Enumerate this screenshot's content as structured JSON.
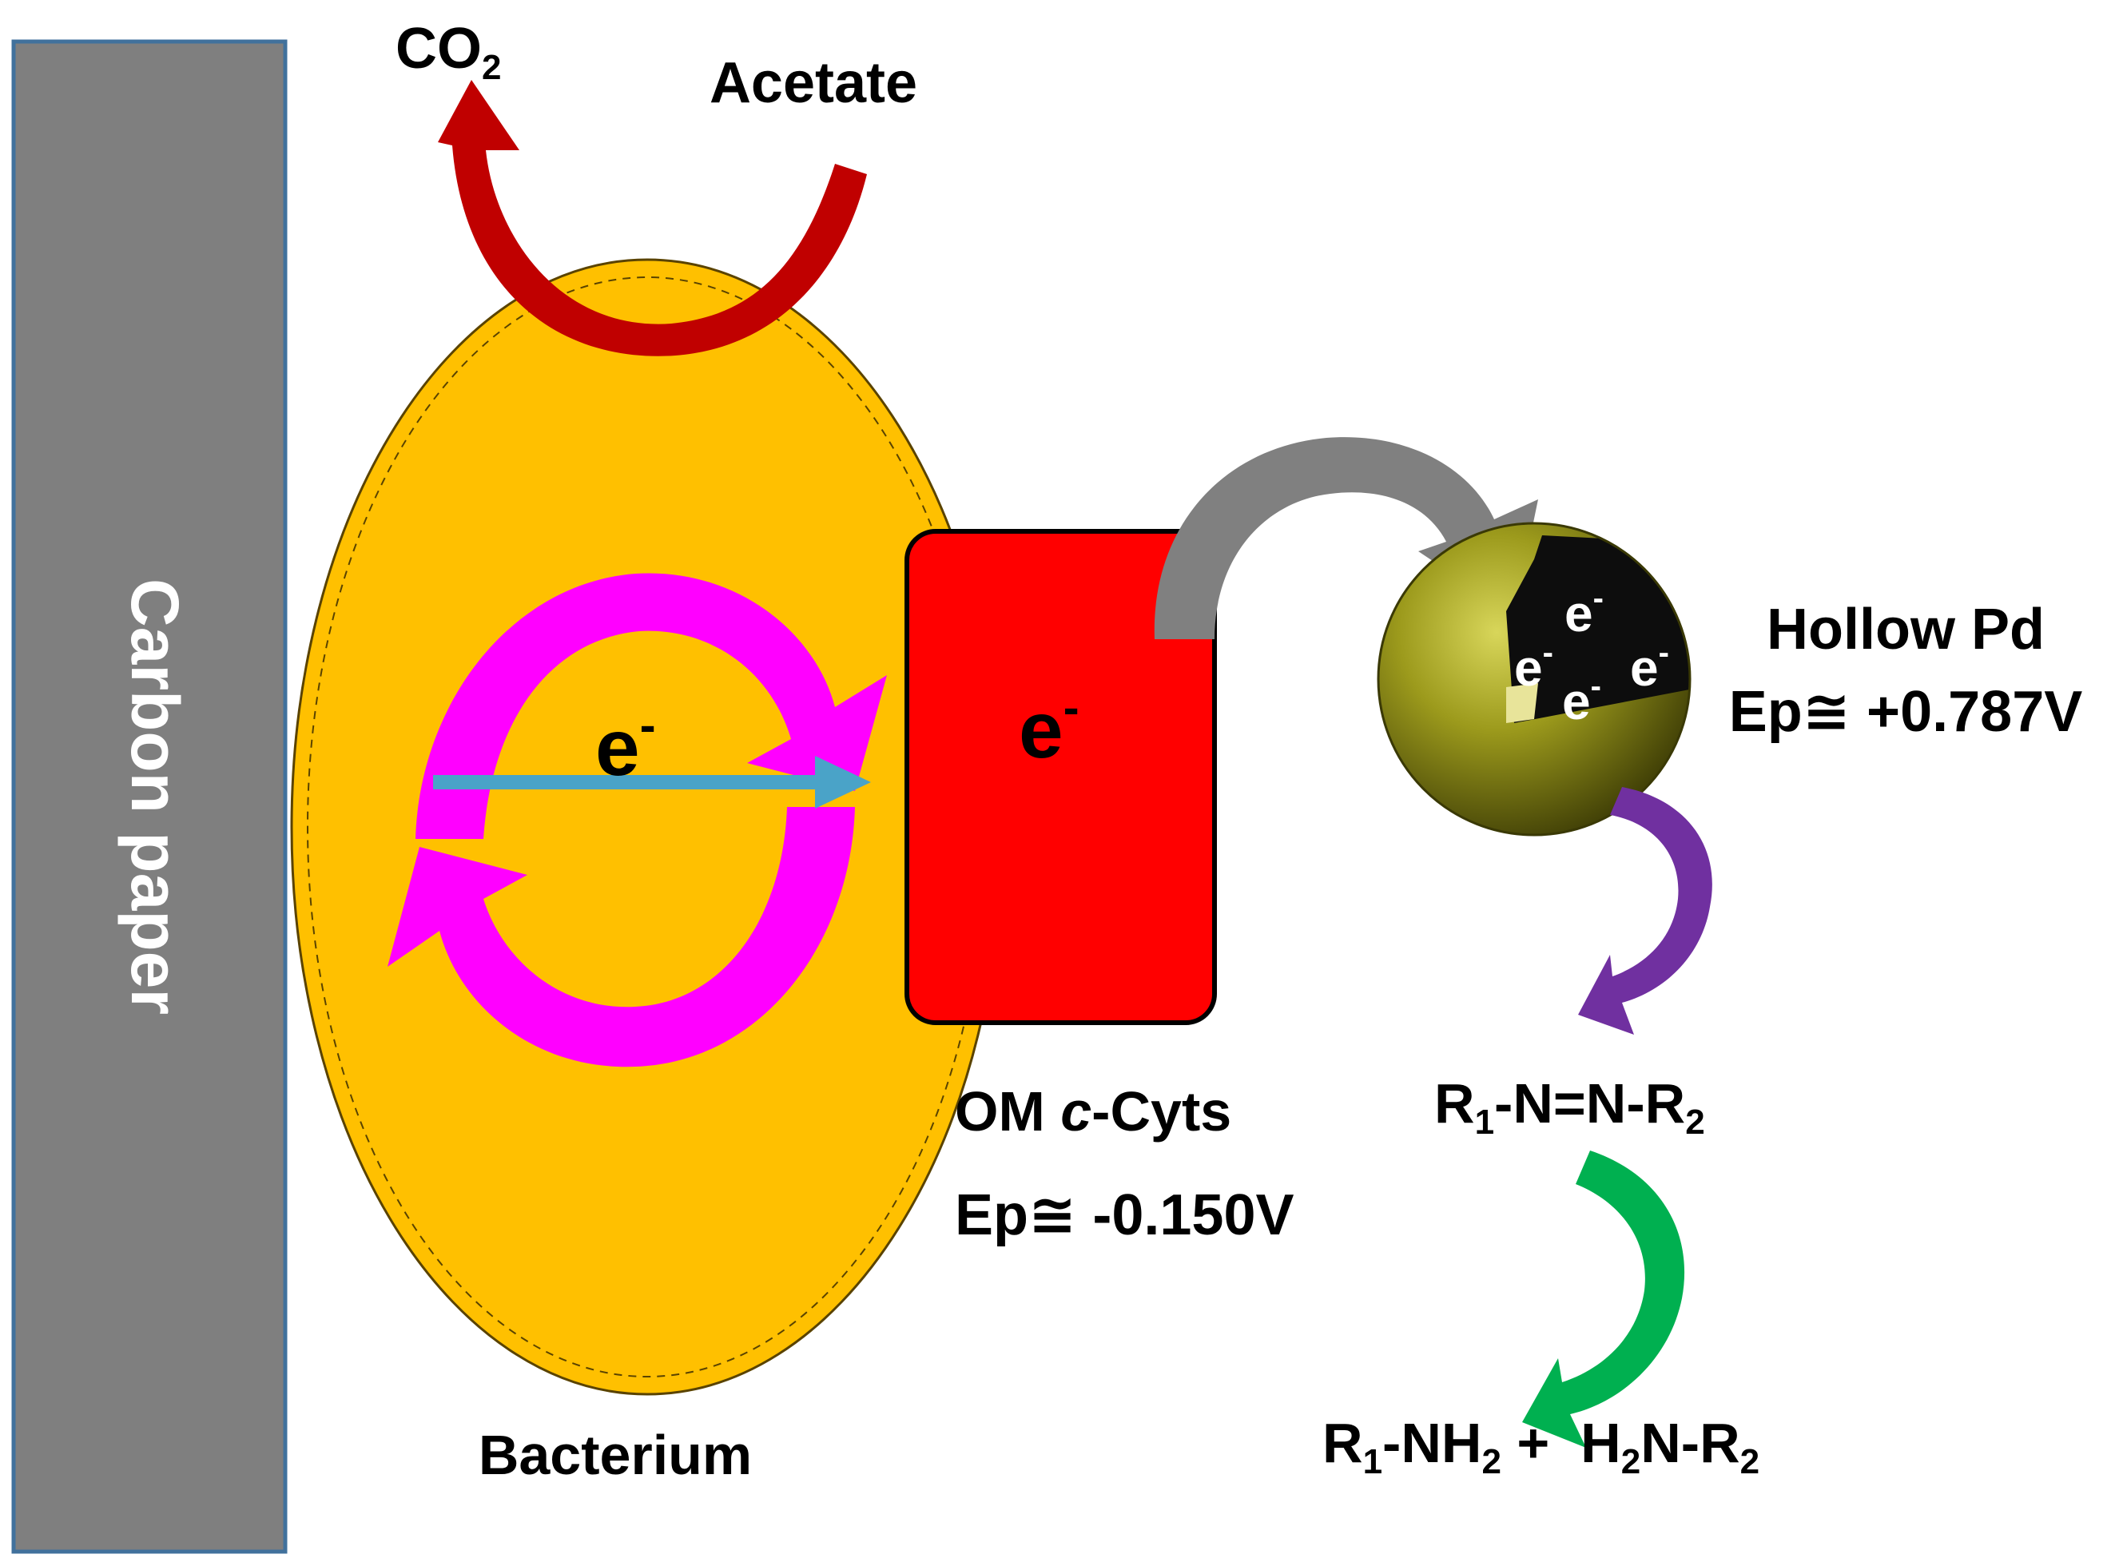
{
  "labels": {
    "carbon_paper": "Carbon paper",
    "co2_main": "CO",
    "co2_sub": "2",
    "acetate": "Acetate",
    "bacterium": "Bacterium",
    "electron_bacterium": "e",
    "electron_cyts": "e",
    "electron_sup": "-",
    "om_prefix": "OM ",
    "om_italic": "c",
    "om_suffix": "-Cyts",
    "ep_cyts": "Ep≅ -0.150V",
    "hollow_pd": "Hollow Pd",
    "ep_pd": "Ep≅ +0.787V",
    "pd_electrons": [
      "e",
      "e",
      "e",
      "e"
    ],
    "azo_parts": [
      "R",
      "1",
      "-N=N-R",
      "2"
    ],
    "amine_parts": [
      "R",
      "1",
      "-NH",
      "2",
      " +  H",
      "2",
      "N-R",
      "2"
    ]
  },
  "colors": {
    "carbon_paper": "#7f7f7f",
    "carbon_paper_border": "#41719c",
    "bacterium": "#ffc000",
    "cyts_box": "#ff0000",
    "red_arrow": "#c00000",
    "magenta_arrows": "#ff00ff",
    "blue_arrow": "#4aa3c8",
    "gray_arrow": "#808080",
    "purple_arrow": "#7030a0",
    "green_arrow": "#00b050",
    "pd_sphere": "#8c8a12"
  }
}
